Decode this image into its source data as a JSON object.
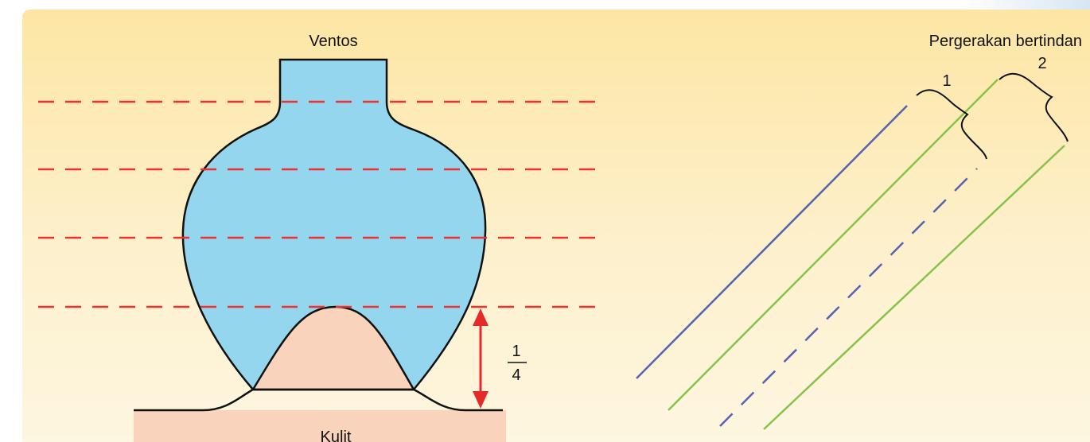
{
  "labels": {
    "ventos": "Ventos",
    "kulit": "Kulit",
    "fraction_numerator": "1",
    "fraction_denominator": "4",
    "pergerakan": "Pergerakan bertindan",
    "step1": "1",
    "step2": "2"
  },
  "colors": {
    "background_top": "#fde6a4",
    "background_bottom": "#fdf6e0",
    "cup_fill": "#93d6ee",
    "skin_fill": "#f9d3bc",
    "dashed_line": "#ee3131",
    "arrow": "#e52a2a",
    "blue_stroke": "#5563b0",
    "green_stroke": "#86c34a",
    "outline": "#111111"
  }
}
